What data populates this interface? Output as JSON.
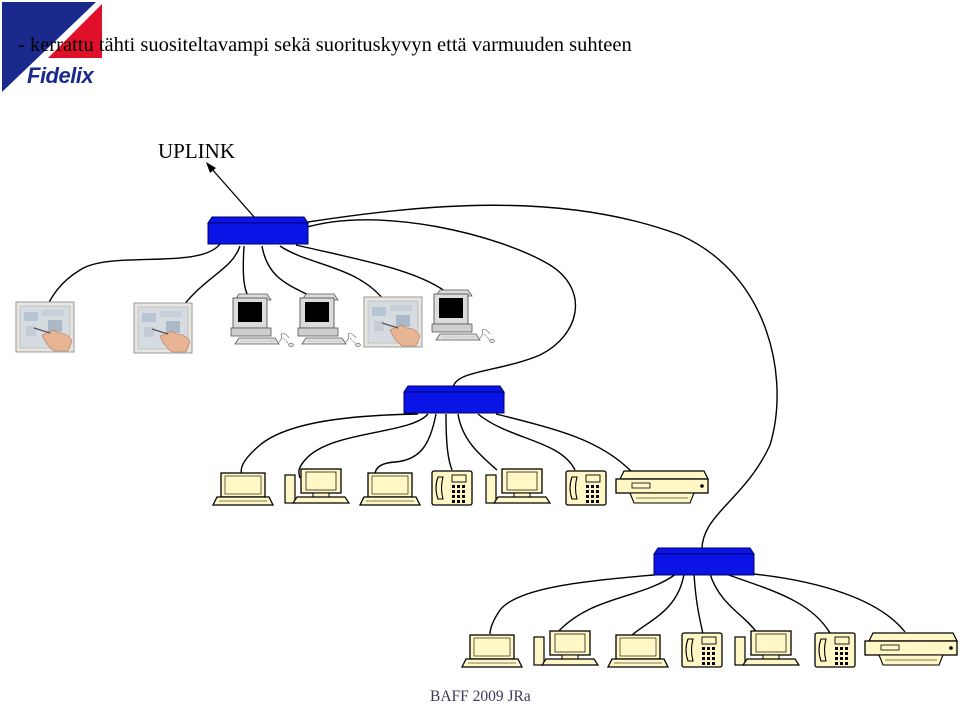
{
  "header": {
    "title": "- kerrattu tähti suositeltavampi sekä suorituskyvyn että varmuuden suhteen",
    "logo_text": "Fidelix"
  },
  "diagram": {
    "uplink_label": "UPLINK",
    "colors": {
      "switch": "#0a14e6",
      "switch_outline": "#000066",
      "device_fill": "#fff8c6",
      "logo_blue": "#1a2a8c",
      "logo_red": "#e0102a"
    },
    "tiers": [
      {
        "name": "top-switch",
        "devices": [
          "touch-panel",
          "touch-panel",
          "desktop-pc",
          "desktop-pc",
          "touch-panel",
          "desktop-pc"
        ]
      },
      {
        "name": "middle-switch",
        "devices": [
          "laptop",
          "desktop",
          "laptop",
          "phone",
          "desktop",
          "phone",
          "printer"
        ]
      },
      {
        "name": "bottom-switch",
        "devices": [
          "laptop",
          "desktop",
          "laptop",
          "phone",
          "desktop",
          "phone",
          "printer"
        ]
      }
    ]
  },
  "footer": {
    "text": "BAFF 2009 JRa"
  }
}
